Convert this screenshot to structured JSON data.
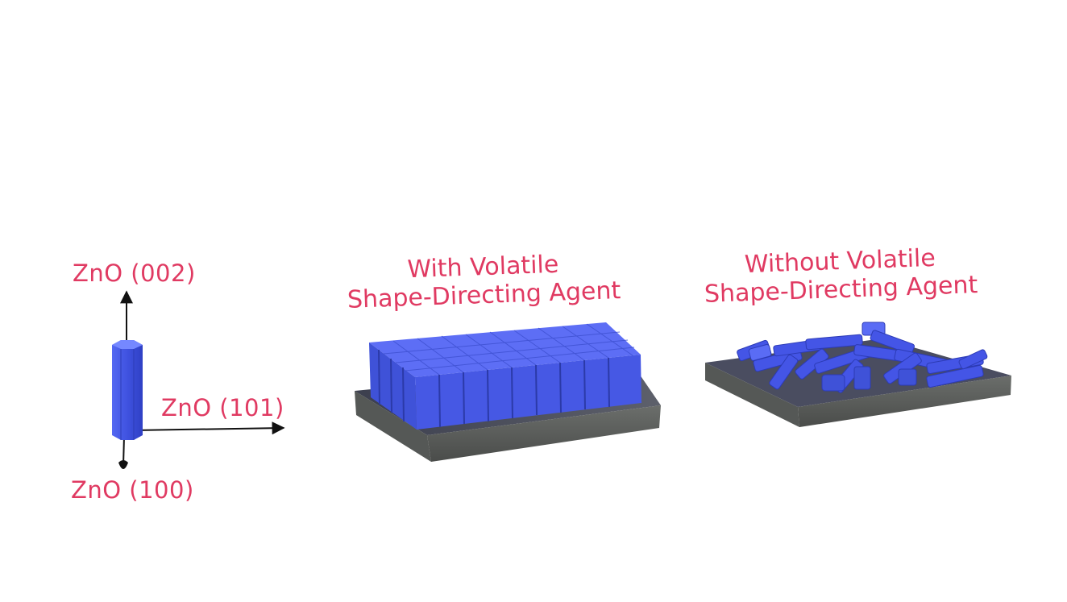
{
  "axes": {
    "label_002": "ZnO (002)",
    "label_101": "ZnO (101)",
    "label_100": "ZnO (100)"
  },
  "panel_with": {
    "title_line1": "With Volatile",
    "title_line2": "Shape-Directing Agent"
  },
  "panel_without": {
    "title_line1": "Without Volatile",
    "title_line2": "Shape-Directing Agent"
  },
  "colors": {
    "label": "#e03a62",
    "nanorod": "#4a5ce8",
    "substrate": "#5c5f5c",
    "arrow": "#111111"
  }
}
